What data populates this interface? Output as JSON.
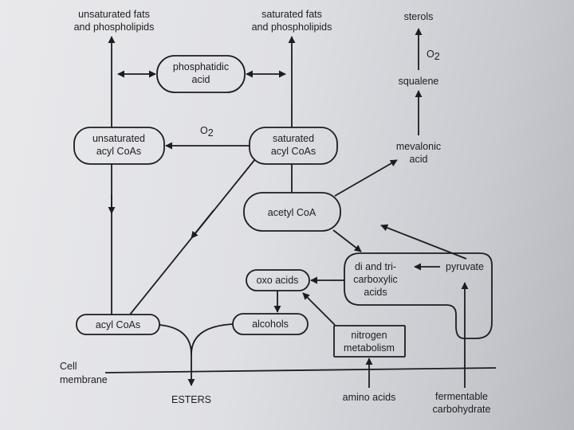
{
  "labels": {
    "unsat_fats_1": "unsaturated fats",
    "unsat_fats_2": "and phospholipids",
    "sat_fats_1": "saturated fats",
    "sat_fats_2": "and phospholipids",
    "sterols": "sterols",
    "o2_sterols": "O",
    "o2_sterols_sub": "2",
    "squalene": "squalene",
    "phosphatidic_1": "phosphatidic",
    "phosphatidic_2": "acid",
    "unsat_acyl_1": "unsaturated",
    "unsat_acyl_2": "acyl CoAs",
    "o2_desat": "O",
    "o2_desat_sub": "2",
    "sat_acyl_1": "saturated",
    "sat_acyl_2": "acyl CoAs",
    "mevalonic_1": "mevalonic",
    "mevalonic_2": "acid",
    "acetyl_coa": "acetyl CoA",
    "di_tri_1": "di and tri-",
    "di_tri_2": "carboxylic",
    "di_tri_3": "acids",
    "pyruvate": "pyruvate",
    "oxo_acids": "oxo acids",
    "acyl_coas": "acyl CoAs",
    "alcohols": "alcohols",
    "nitrogen_1": "nitrogen",
    "nitrogen_2": "metabolism",
    "cell_membrane_1": "Cell",
    "cell_membrane_2": "membrane",
    "esters": "ESTERS",
    "amino_acids": "amino acids",
    "fermentable_1": "fermentable",
    "fermentable_2": "carbohydrate"
  }
}
